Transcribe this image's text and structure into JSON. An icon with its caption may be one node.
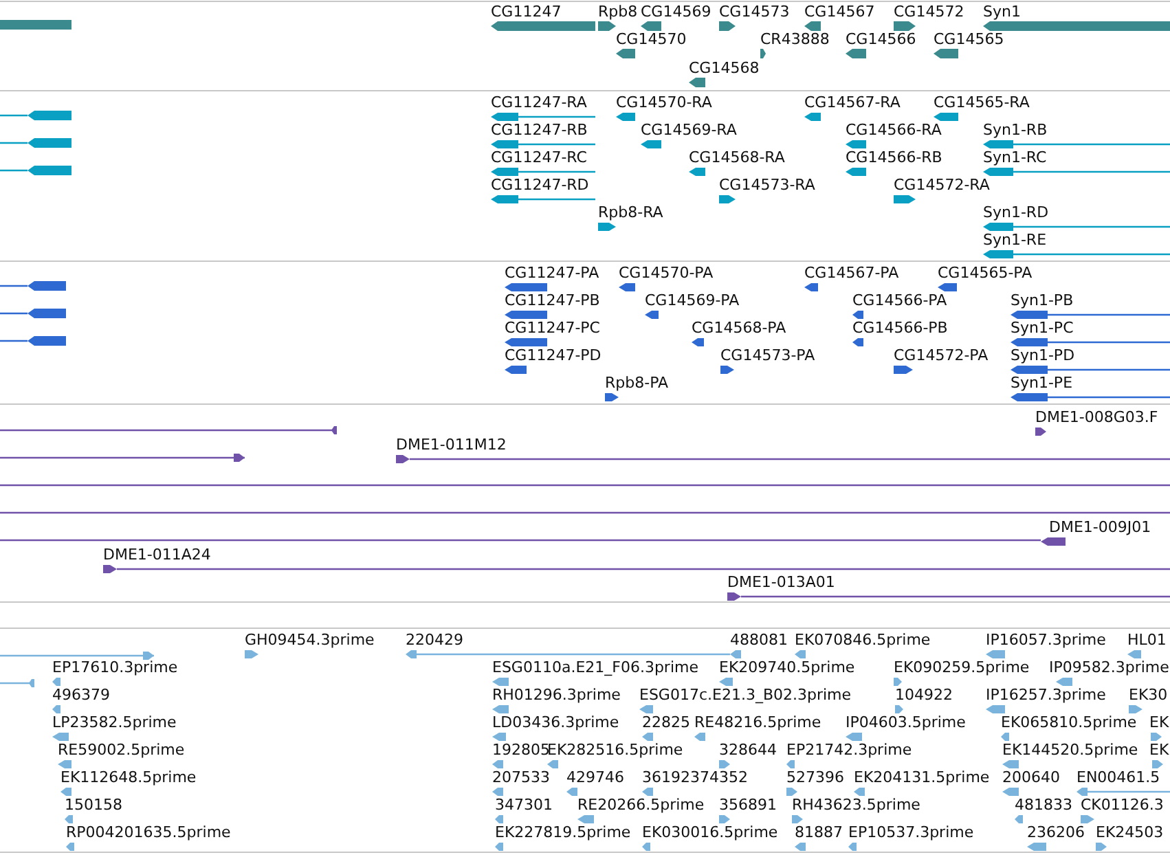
{
  "diagram": {
    "labels": [
      "CG11247",
      "Rpb8",
      "CG14569",
      "CG14573",
      "CG14567",
      "CG14572",
      "Syn1",
      "CG14570",
      "CR43888",
      "CG14566",
      "CG14565",
      "CG14568",
      "CG11247-RA",
      "CG14570-RA",
      "CG14567-RA",
      "CG14565-RA",
      "CG11247-RB",
      "CG14569-RA",
      "CG14566-RA",
      "Syn1-RB",
      "CG11247-RC",
      "CG14568-RA",
      "CG14566-RB",
      "Syn1-RC",
      "CG11247-RD",
      "CG14573-RA",
      "CG14572-RA",
      "Rpb8-RA",
      "Syn1-RD",
      "Syn1-RE",
      "CG11247-PA",
      "CG14570-PA",
      "CG14567-PA",
      "CG14565-PA",
      "CG11247-PB",
      "CG14569-PA",
      "CG14566-PA",
      "Syn1-PB",
      "CG11247-PC",
      "CG14568-PA",
      "CG14566-PB",
      "Syn1-PC",
      "CG11247-PD",
      "CG14573-PA",
      "CG14572-PA",
      "Syn1-PD",
      "Rpb8-PA",
      "Syn1-PE",
      "DME1-008G03.F",
      "DME1-011M12",
      "DME1-009J01",
      "DME1-011A24",
      "DME1-013A01",
      "GH09454.3prime",
      "220429",
      "488081",
      "EK070846.5prime",
      "IP16057.3prime",
      "HL01",
      "EP17610.3prime",
      "ESG0110a.E21_F06.3prime",
      "EK209740.5prime",
      "EK090259.5prime",
      "IP09582.3prime",
      "496379",
      "RH01296.3prime",
      "ESG017c.E21.3_B02.3prime",
      "104922",
      "IP16257.3prime",
      "EK30",
      "LP23582.5prime",
      "LD03436.3prime",
      "22825",
      "RE48216.5prime",
      "IP04603.5prime",
      "EK065810.5prime",
      "EK",
      "RE59002.5prime",
      "192805",
      "EK282516.5prime",
      "328644",
      "EP21742.3prime",
      "EK144520.5prime",
      "EK",
      "EK112648.5prime",
      "207533",
      "429746",
      "36192374352",
      "527396",
      "EK204131.5prime",
      "200640",
      "EN00461.5",
      "150158",
      "347301",
      "RE20266.5prime",
      "356891",
      "RH43623.5prime",
      "481833",
      "CK01126.3",
      "RP004201635.5prime",
      "EK227819.5prime",
      "EK030016.5prime",
      "81887",
      "EP10537.3prime",
      "236206",
      "EK24503"
    ]
  }
}
